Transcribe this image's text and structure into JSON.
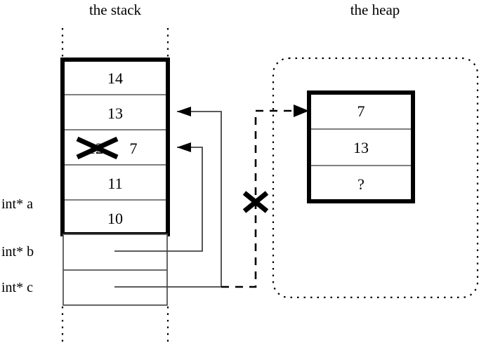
{
  "diagram": {
    "stack": {
      "title": "the stack",
      "array_cells": [
        {
          "value": "14"
        },
        {
          "value": "13"
        },
        {
          "value": "12",
          "struck_through": true,
          "replacement": "7"
        },
        {
          "value": "11"
        },
        {
          "value": "10"
        }
      ],
      "pointer_vars": [
        {
          "label": "int* a",
          "target": "array-cell-10"
        },
        {
          "label": "int* b",
          "target": "stack-cell-struck"
        },
        {
          "label": "int* c",
          "target": "heap-block-invalidated"
        }
      ]
    },
    "heap": {
      "title": "the heap",
      "block_cells": [
        {
          "value": "7"
        },
        {
          "value": "13"
        },
        {
          "value": "?"
        }
      ]
    },
    "marks": {
      "invalid_pointer_x": "X",
      "struck_value_x": "X"
    },
    "colors": {
      "stroke": "#000000",
      "background": "#ffffff",
      "cell_rule": "#555555"
    }
  }
}
